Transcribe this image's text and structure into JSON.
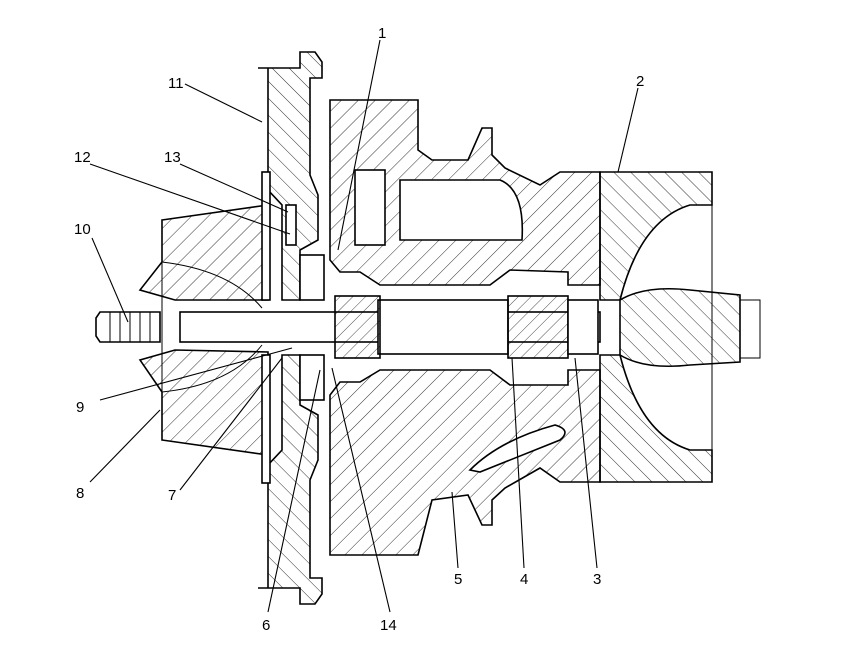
{
  "callouts": [
    {
      "id": "c1",
      "text": "1"
    },
    {
      "id": "c2",
      "text": "2"
    },
    {
      "id": "c3",
      "text": "3"
    },
    {
      "id": "c4",
      "text": "4"
    },
    {
      "id": "c5",
      "text": "5"
    },
    {
      "id": "c6",
      "text": "6"
    },
    {
      "id": "c7",
      "text": "7"
    },
    {
      "id": "c8",
      "text": "8"
    },
    {
      "id": "c9",
      "text": "9"
    },
    {
      "id": "c10",
      "text": "10"
    },
    {
      "id": "c11",
      "text": "11"
    },
    {
      "id": "c12",
      "text": "12"
    },
    {
      "id": "c13",
      "text": "13"
    },
    {
      "id": "c14",
      "text": "14"
    }
  ],
  "style": {
    "line_color": "#000000",
    "background": "#ffffff",
    "hatch_pattern": "diagonal"
  }
}
